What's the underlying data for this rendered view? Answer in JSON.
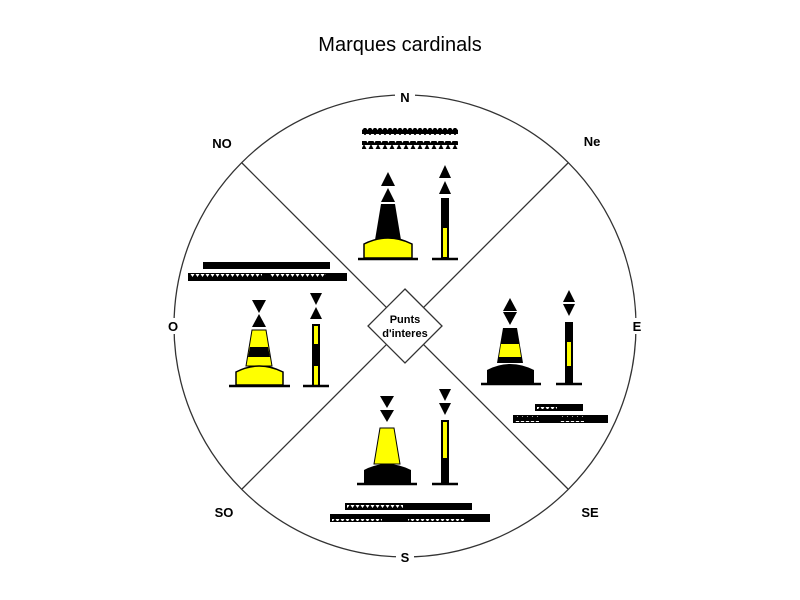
{
  "title": "Marques cardinals",
  "directions": {
    "n": "N",
    "ne": "Ne",
    "e": "E",
    "se": "SE",
    "s": "S",
    "so": "SO",
    "o": "O",
    "no": "NO"
  },
  "center": {
    "line1": "Punts",
    "line2": "d'interes"
  },
  "colors": {
    "yellow": "#ffff00",
    "black": "#000000"
  }
}
